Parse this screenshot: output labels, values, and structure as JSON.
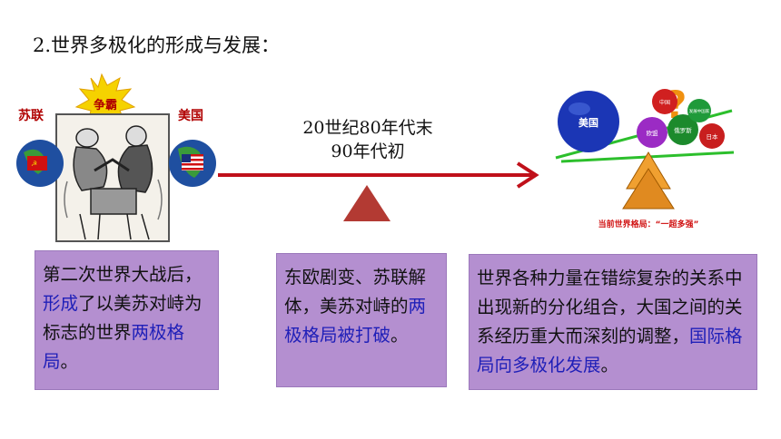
{
  "slide": {
    "title": "2.世界多极化的形成与发展：",
    "timeline_label_line1": "20世纪80年代末",
    "timeline_label_line2": "90年代初",
    "cartoon_left": {
      "banner": "争霸",
      "label_left": "苏联",
      "label_right": "美国"
    },
    "diagram_right": {
      "ball_labels": [
        "美国",
        "中国",
        "欧盟",
        "俄罗斯",
        "日本",
        "发展中国家"
      ],
      "question_mark": "?",
      "caption": "当前世界格局：“一超多强”"
    },
    "box1": {
      "part1": "第二次世界大战后，",
      "part2_hl": "形成",
      "part3": "了以美苏对峙为标志的世界",
      "part4_hl": "两极格局",
      "part5": "。"
    },
    "box2": {
      "part1": "东欧剧变、苏联解体，美苏对峙的",
      "part2_hl": "两极格局被打破",
      "part3": "。"
    },
    "box3": {
      "part1": "世界各种力量在错综复杂的关系中出现新的分化组合，大国之间的关系经历重大而深刻的调整，",
      "part2_hl": "国际格局向多极化发展",
      "part3": "。"
    },
    "colors": {
      "box_bg": "#b48fd0",
      "highlight": "#1f1fb8",
      "arrow": "#c0101a",
      "triangle": "#b33a33"
    }
  }
}
